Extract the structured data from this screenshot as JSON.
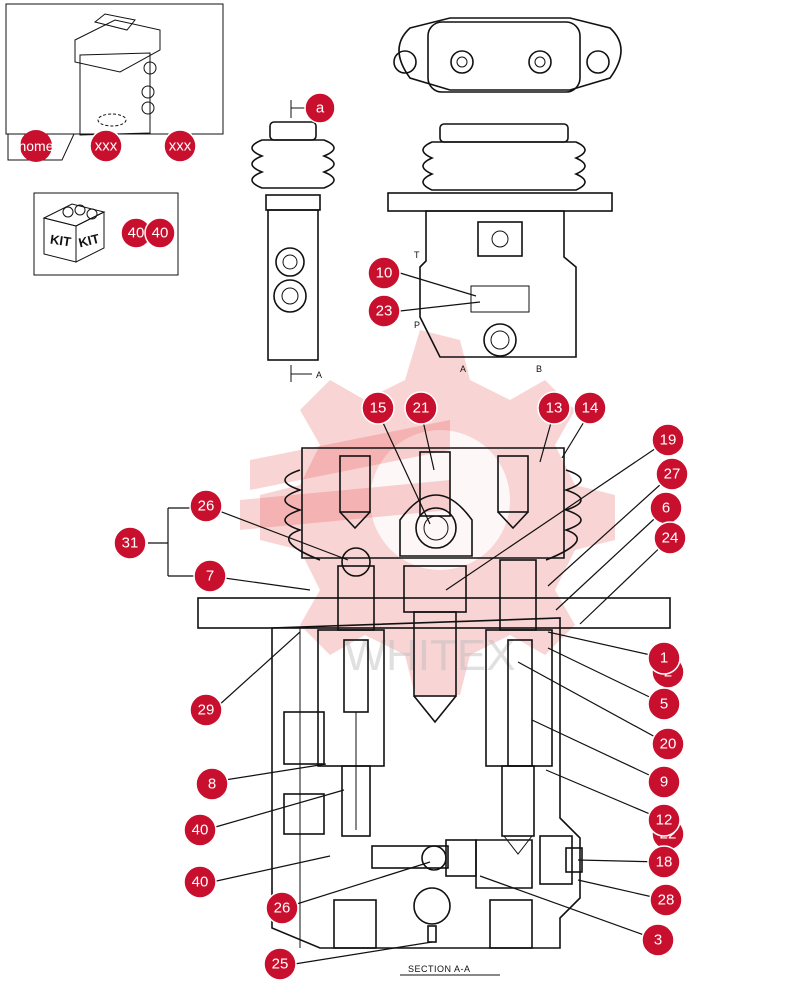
{
  "nav": {
    "home_label": "home",
    "prev_label": "xxx",
    "next_label": "xxx"
  },
  "kit": {
    "box_label_1": "KIT",
    "box_label_2": "KIT",
    "callout_a": "40",
    "callout_b": "40"
  },
  "section_marker": {
    "top": "a",
    "bottom": "A"
  },
  "port_labels": {
    "t": "T",
    "p": "P",
    "a": "A",
    "b": "B"
  },
  "section_title": "SECTION  A-A",
  "watermark": "WHITEX",
  "callouts": {
    "c10": "10",
    "c23": "23",
    "c15": "15",
    "c21": "21",
    "c13": "13",
    "c14": "14",
    "c19": "19",
    "c27": "27",
    "c6": "6",
    "c24": "24",
    "c26a": "26",
    "c31": "31",
    "c7": "7",
    "c1": "1",
    "c2": "2",
    "c5": "5",
    "c29": "29",
    "c20": "20",
    "c8": "8",
    "c9": "9",
    "c40a": "40",
    "c12": "12",
    "c22": "22",
    "c40b": "40",
    "c18": "18",
    "c28": "28",
    "c26b": "26",
    "c3": "3",
    "c25": "25"
  },
  "colors": {
    "callout": "#c8102e",
    "watermark": "#e23b3b"
  }
}
